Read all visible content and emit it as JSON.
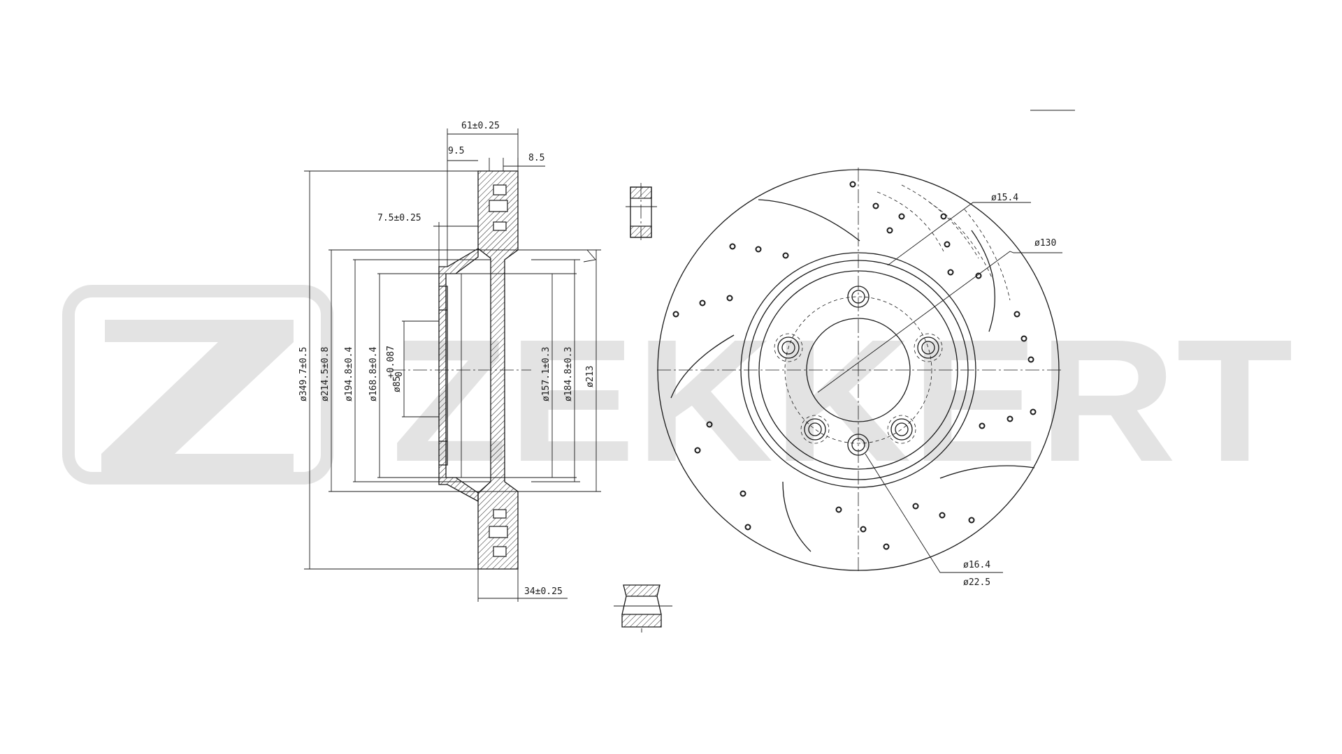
{
  "watermark": {
    "brand": "ZEKKERT",
    "color": "#e3e3e3"
  },
  "side_view": {
    "dims_top": {
      "overall_width": "61±0.25",
      "left_step": "9.5",
      "right_step": "8.5",
      "hat_offset": "7.5±0.25"
    },
    "dims_left": {
      "outer_diameter": "ø349.7±0.5",
      "d_214": "ø214.5±0.8",
      "d_194": "ø194.8±0.4",
      "d_168": "ø168.8±0.4",
      "center_bore": "ø85",
      "bore_tol_upper": "+0.087",
      "bore_tol_lower": "0"
    },
    "dims_right": {
      "d_157": "ø157.1±0.3",
      "d_184": "ø184.8±0.3",
      "d_213": "ø213"
    },
    "dims_bottom": {
      "thickness": "34±0.25"
    }
  },
  "front_view": {
    "callout_vent_hole": "ø15.4",
    "callout_pcd": "ø130",
    "callout_bolt_hole": "ø16.4",
    "callout_bolt_counterbore": "ø22.5"
  },
  "colors": {
    "line": "#1a1a1a",
    "background": "#ffffff"
  }
}
